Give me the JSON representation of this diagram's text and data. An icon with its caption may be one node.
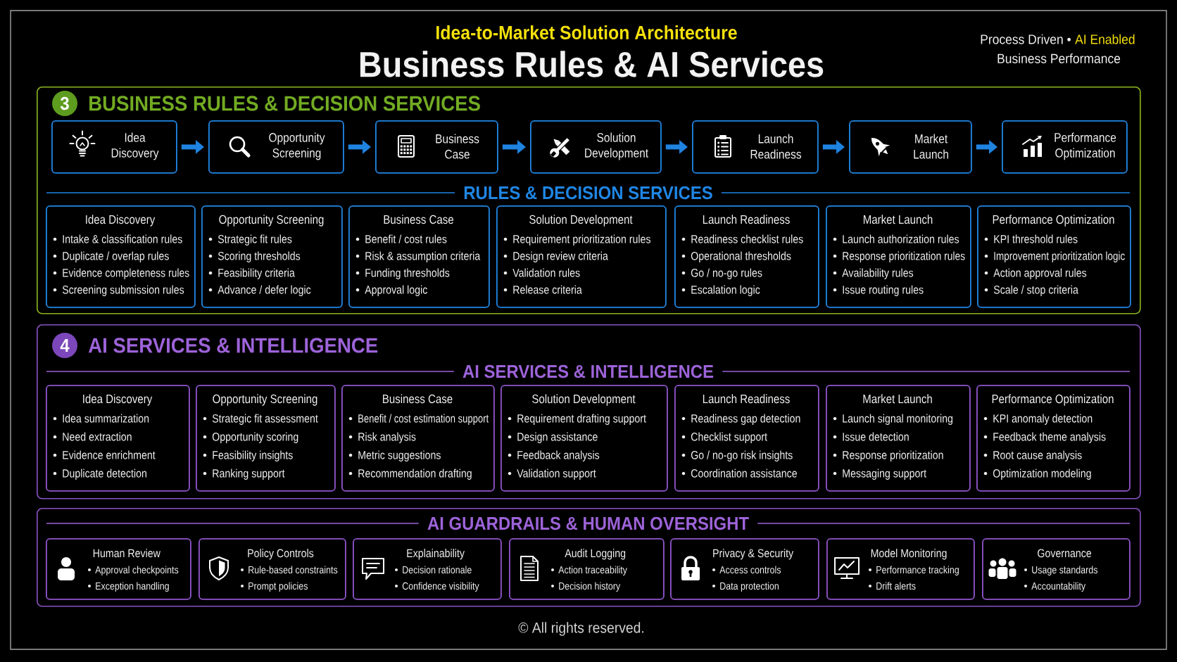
{
  "diagram": {
    "title": "Business Rules & AI Services",
    "nodes": [
      {
        "text": [
          "BUSINESS RULES & DECISION SERVICES",
          "RULES & DECISION SERVICES"
        ]
      },
      {
        "text": [
          "3"
        ],
        "in": 0
      },
      {
        "text": [
          "Idea Discovery"
        ],
        "in": 0
      },
      {
        "text": [
          "Opportunity Screening"
        ],
        "in": 0
      },
      {
        "text": [
          "Business Case"
        ],
        "in": 0
      },
      {
        "text": [
          "Solution Development"
        ],
        "in": 0
      },
      {
        "text": [
          "Launch Readiness"
        ],
        "in": 0
      },
      {
        "text": [
          "Market Launch"
        ],
        "in": 0
      },
      {
        "text": [
          "Performance Optimization"
        ],
        "in": 0
      },
      {
        "text": [
          "Idea Discovery",
          "Intake & classification rules",
          "Duplicate / overlap rules",
          "Evidence completeness rules",
          "Screening submission rules"
        ],
        "in": 0
      },
      {
        "text": [
          "Opportunity Screening",
          "Strategic fit rules",
          "Scoring thresholds",
          "Feasibility criteria",
          "Advance / defer logic"
        ],
        "in": 0
      },
      {
        "text": [
          "Business Case",
          "Benefit / cost rules",
          "Risk & assumption criteria",
          "Funding thresholds",
          "Approval logic"
        ],
        "in": 0
      },
      {
        "text": [
          "Solution Development",
          "Requirement prioritization rules",
          "Design review criteria",
          "Validation rules",
          "Release criteria"
        ],
        "in": 0
      },
      {
        "text": [
          "Launch Readiness",
          "Readiness checklist rules",
          "Operational thresholds",
          "Go / no-go rules",
          "Escalation logic"
        ],
        "in": 0
      },
      {
        "text": [
          "Market Launch",
          "Launch authorization rules",
          "Response prioritization rules",
          "Availability rules",
          "Issue routing rules"
        ],
        "in": 0
      },
      {
        "text": [
          "Performance Optimization",
          "KPI threshold rules",
          "Improvement prioritization logic",
          "Action approval rules",
          "Scale / stop criteria"
        ],
        "in": 0
      },
      {
        "text": [
          "AI SERVICES & INTELLIGENCE",
          "AI SERVICES & INTELLIGENCE"
        ]
      },
      {
        "text": [
          "4"
        ],
        "in": 16
      },
      {
        "text": [
          "Idea Discovery",
          "Idea summarization",
          "Need extraction",
          "Evidence enrichment",
          "Duplicate detection"
        ],
        "in": 16
      },
      {
        "text": [
          "Opportunity Screening",
          "Strategic fit assessment",
          "Opportunity scoring",
          "Feasibility insights",
          "Ranking support"
        ],
        "in": 16
      },
      {
        "text": [
          "Business Case",
          "Benefit / cost estimation support",
          "Risk analysis",
          "Metric suggestions",
          "Recommendation drafting"
        ],
        "in": 16
      },
      {
        "text": [
          "Solution Development",
          "Requirement drafting support",
          "Design assistance",
          "Feedback analysis",
          "Validation support"
        ],
        "in": 16
      },
      {
        "text": [
          "Launch Readiness",
          "Readiness gap detection",
          "Checklist support",
          "Go / no-go risk insights",
          "Coordination assistance"
        ],
        "in": 16
      },
      {
        "text": [
          "Market Launch",
          "Launch signal monitoring",
          "Issue detection",
          "Response prioritization",
          "Messaging support"
        ],
        "in": 16
      },
      {
        "text": [
          "Performance Optimization",
          "KPI anomaly detection",
          "Feedback theme analysis",
          "Root cause analysis",
          "Optimization modeling"
        ],
        "in": 16
      },
      {
        "text": [
          "AI GUARDRAILS & HUMAN OVERSIGHT"
        ]
      },
      {
        "text": [
          "Human Review",
          "Approval checkpoints",
          "Exception handling"
        ],
        "in": 25
      },
      {
        "text": [
          "Policy Controls",
          "Rule-based constraints",
          "Prompt policies"
        ],
        "in": 25
      },
      {
        "text": [
          "Explainability",
          "Decision rationale",
          "Confidence visibility"
        ],
        "in": 25
      },
      {
        "text": [
          "Audit Logging",
          "Action traceability",
          "Decision history"
        ],
        "in": 25
      },
      {
        "text": [
          "Privacy & Security",
          "Access controls",
          "Data protection"
        ],
        "in": 25
      },
      {
        "text": [
          "Model Monitoring",
          "Performance tracking",
          "Drift alerts"
        ],
        "in": 25
      },
      {
        "text": [
          "Governance",
          "Usage standards",
          "Accountability"
        ],
        "in": 25
      }
    ],
    "edges": [
      {
        "from": 2,
        "to": 3,
        "arrow": "to"
      },
      {
        "from": 3,
        "to": 4,
        "arrow": "to"
      },
      {
        "from": 4,
        "to": 5,
        "arrow": "to"
      },
      {
        "from": 5,
        "to": 6,
        "arrow": "to"
      },
      {
        "from": 6,
        "to": 7,
        "arrow": "to"
      },
      {
        "from": 7,
        "to": 8,
        "arrow": "to"
      }
    ],
    "labels": [
      "Idea-to-Market Solution Architecture",
      "Process Driven •",
      "AI Enabled",
      "Business Performance",
      "© All rights reserved."
    ]
  }
}
